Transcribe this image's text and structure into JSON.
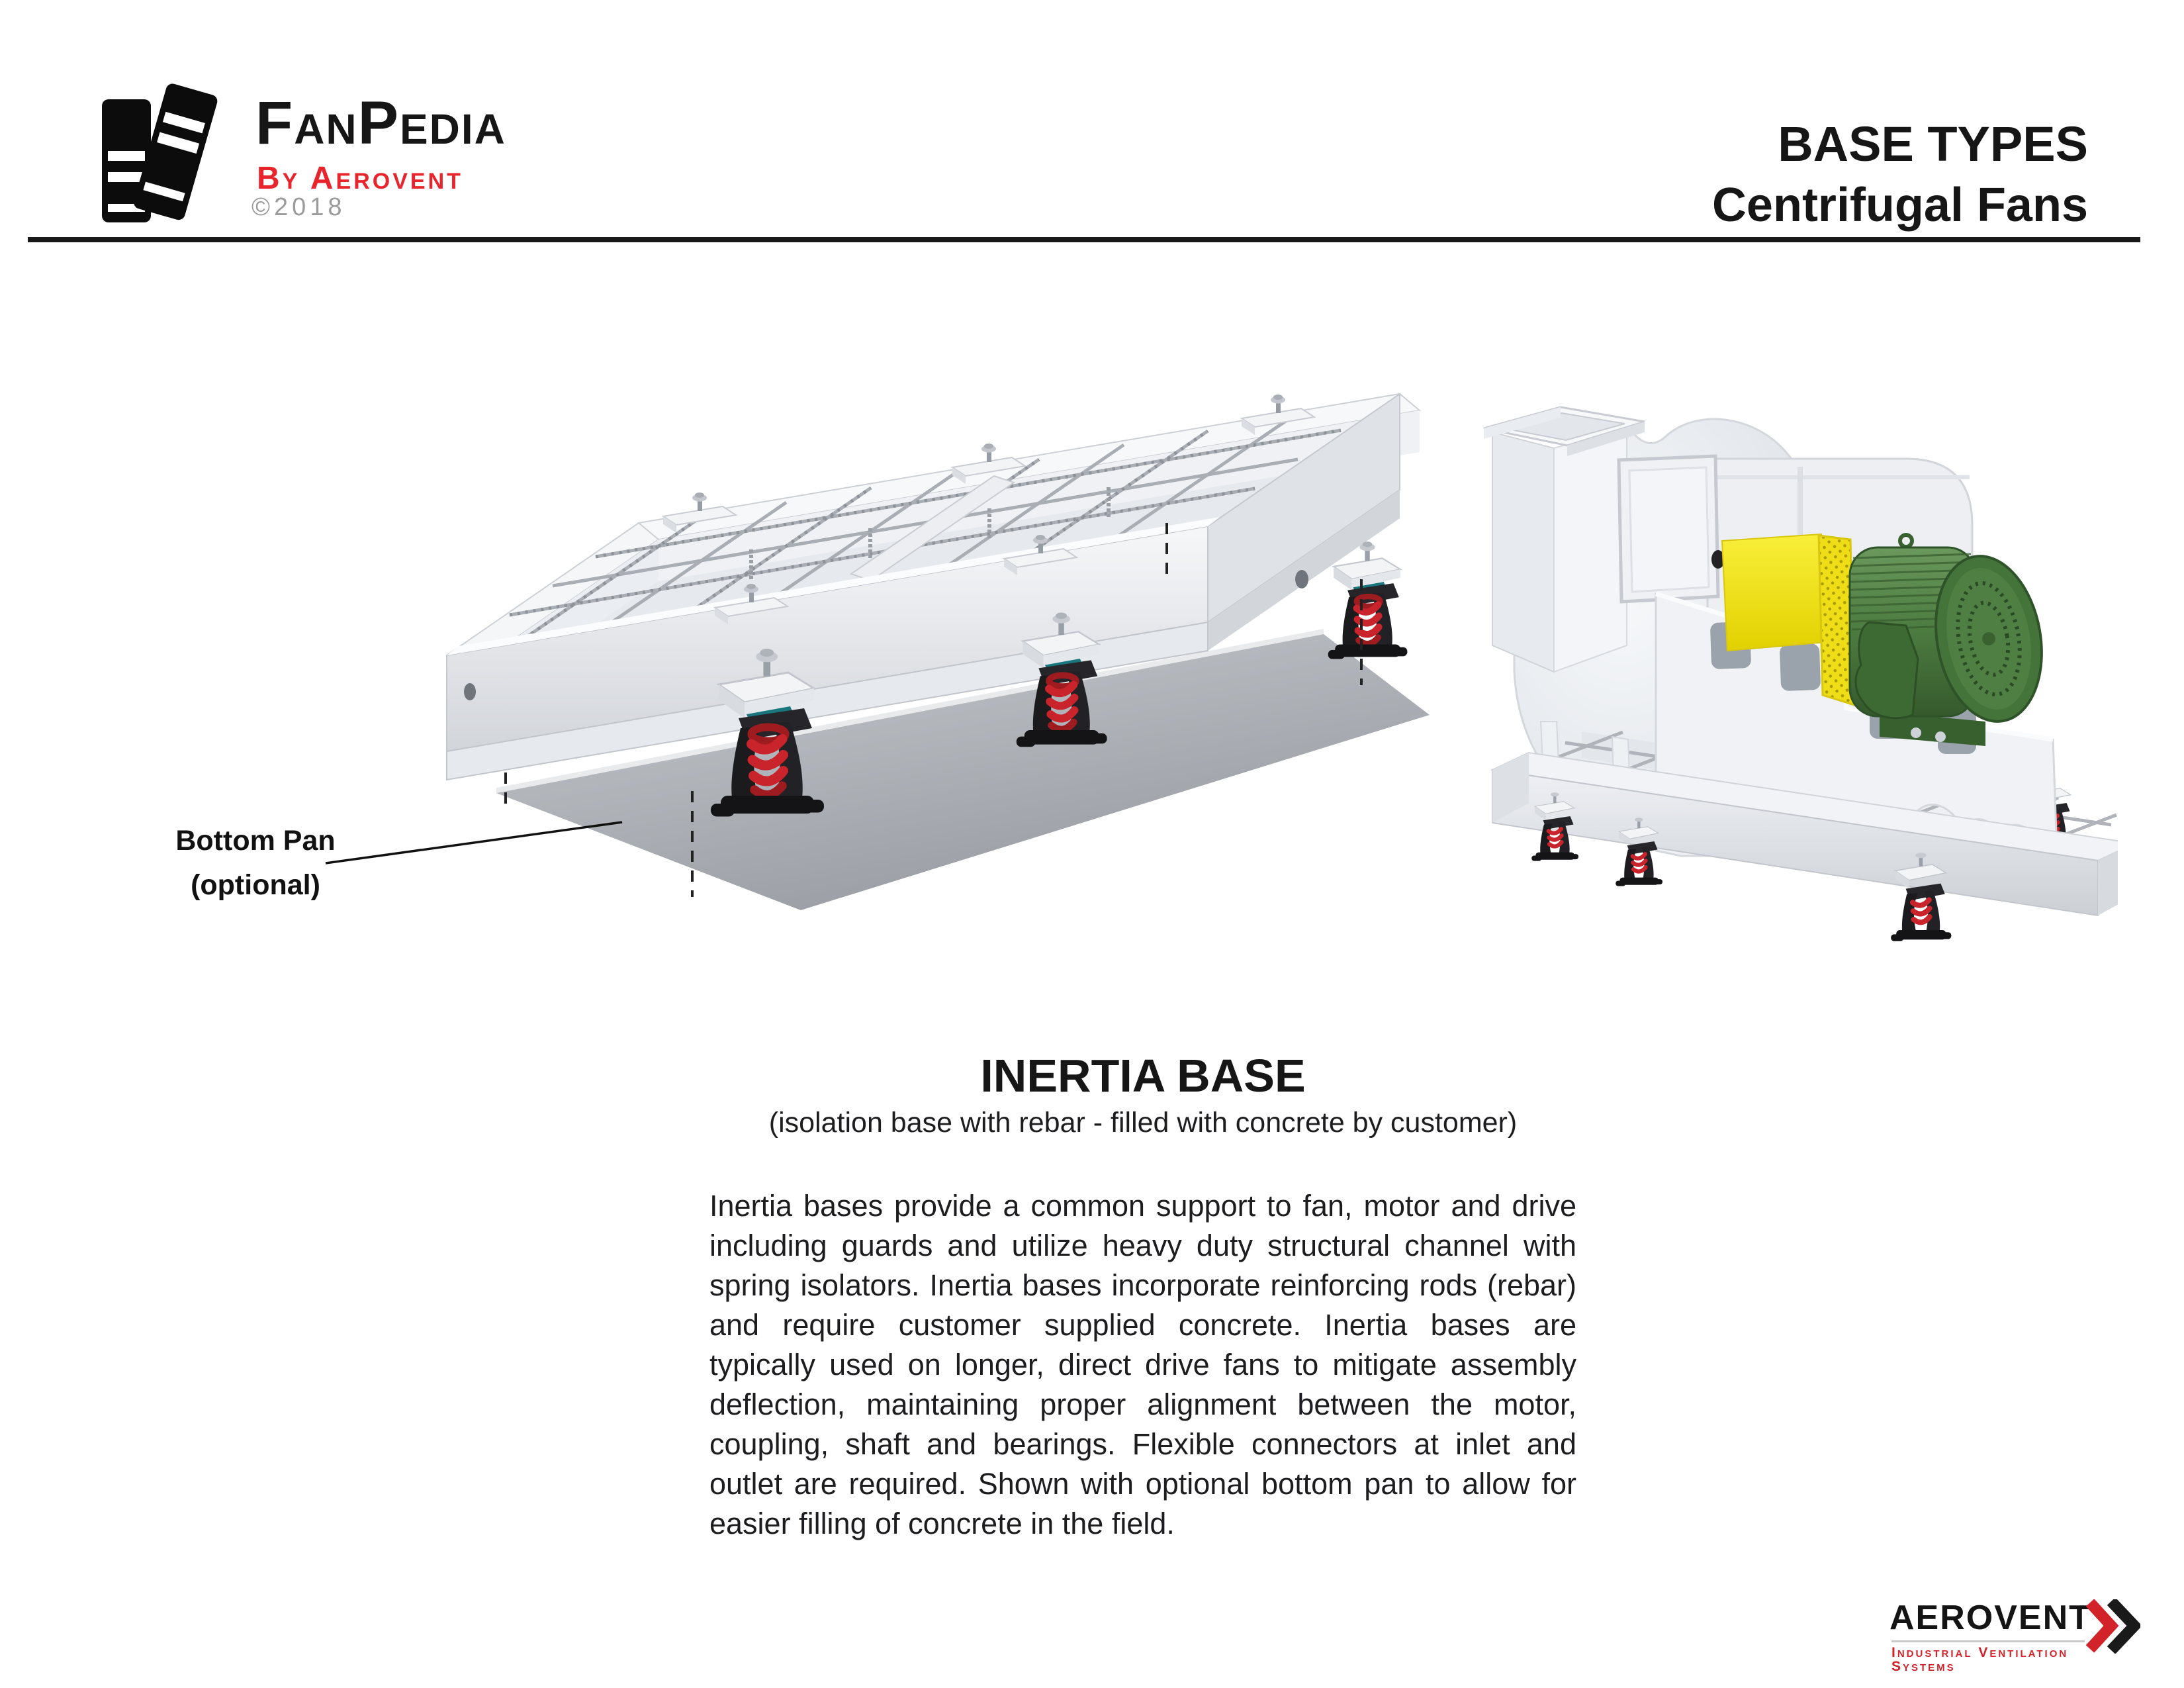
{
  "header": {
    "logo": {
      "brand": "FanPedia",
      "byline": "By Aerovent",
      "copyright": "©2018",
      "icon": "books-icon"
    },
    "doc_title": {
      "line1": "BASE TYPES",
      "line2": "Centrifugal Fans"
    }
  },
  "figures": {
    "inertia_base": {
      "alt": "Isometric drawing of an inertia base frame with rebar grid, spring isolators and optional bottom pan",
      "callout_line1": "Bottom Pan",
      "callout_line2": "(optional)"
    },
    "fan": {
      "alt": "Centrifugal fan and motor mounted on an inertia base with spring isolators"
    }
  },
  "content": {
    "heading": "INERTIA BASE",
    "subheading": "(isolation base with rebar - filled with concrete by customer)",
    "body": "Inertia bases provide a common support to fan, motor and drive including guards and utilize heavy duty structural channel with spring isolators. Inertia bases incorporate reinforcing rods (rebar) and require customer supplied concrete. Inertia bases are typically used on longer, direct drive fans to mitigate assembly deflection, maintaining proper alignment between the motor, coupling, shaft and bearings. Flexible connectors at inlet and outlet are required. Shown with optional bottom pan to allow for easier filling of concrete in the field."
  },
  "footer": {
    "brand": "AEROVENT",
    "tagline": "Industrial Ventilation Systems",
    "icon": "double-chevron-right-icon"
  },
  "colors": {
    "logo_red": "#e8252c",
    "footer_red": "#d2232a",
    "spring_red": "#c9242b",
    "motor_green": "#4c7b40",
    "guard_yellow": "#f2e31c",
    "pan_gray": "#a9adb3",
    "ink": "#1c1c1c",
    "muted_gray": "#9c9c9c"
  }
}
